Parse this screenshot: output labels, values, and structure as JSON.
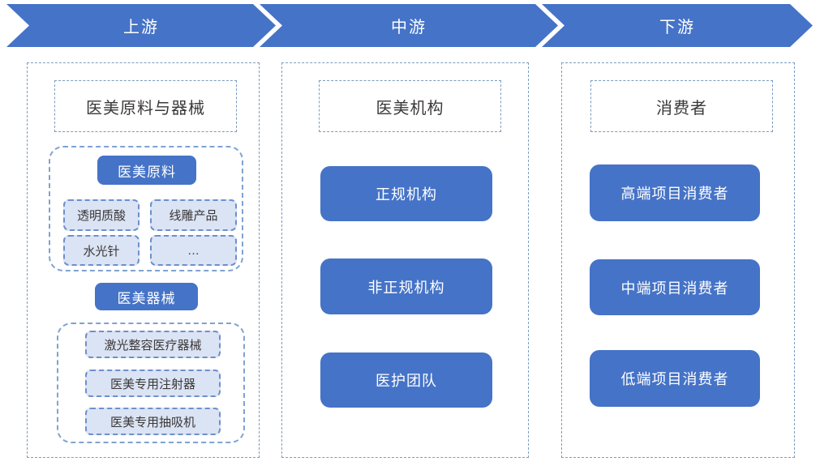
{
  "colors": {
    "primary": "#4573C7",
    "light_fill": "#DBE4F4",
    "column_border": "#7C9CBE",
    "group_border": "#7FA3D1",
    "item_border": "#6E8FCC",
    "text_dark": "#3B3838",
    "text_light": "#FFFFFF"
  },
  "stages": [
    {
      "label": "上游"
    },
    {
      "label": "中游"
    },
    {
      "label": "下游"
    }
  ],
  "upstream": {
    "header": "医美原料与器械",
    "materials": {
      "title": "医美原料",
      "items": [
        "透明质酸",
        "线雕产品",
        "水光针",
        "…"
      ]
    },
    "devices": {
      "title": "医美器械",
      "items": [
        "激光整容医疗器械",
        "医美专用注射器",
        "医美专用抽吸机"
      ]
    }
  },
  "midstream": {
    "header": "医美机构",
    "items": [
      "正规机构",
      "非正规机构",
      "医护团队"
    ]
  },
  "downstream": {
    "header": "消费者",
    "items": [
      "高端项目消费者",
      "中端项目消费者",
      "低端项目消费者"
    ]
  }
}
